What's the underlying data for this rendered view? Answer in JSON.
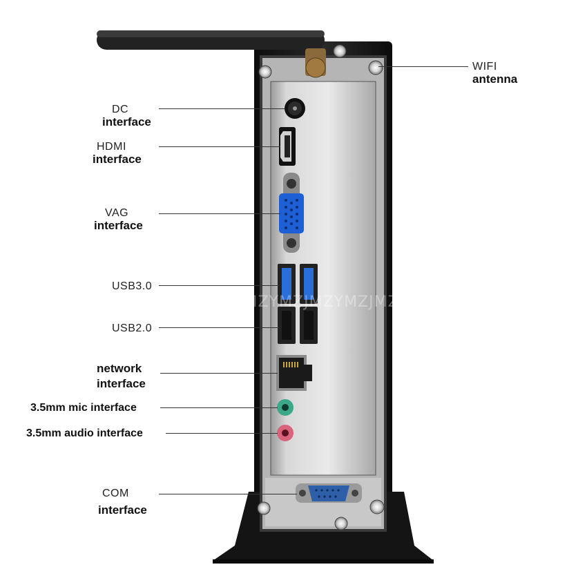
{
  "labels": {
    "wifi": {
      "line1": "WIFI",
      "line2": "antenna"
    },
    "dc": {
      "line1": "DC",
      "line2": "interface"
    },
    "hdmi": {
      "line1": "HDMI",
      "line2": "interface"
    },
    "vag": {
      "line1": "VAG",
      "line2": "interface"
    },
    "usb3": {
      "line1": "USB3.0"
    },
    "usb2": {
      "line1": "USB2.0"
    },
    "network": {
      "line1": "network",
      "line2": "interface"
    },
    "mic": {
      "line1": "3.5mm mic interface"
    },
    "audio": {
      "line1": "3.5mm audio interface"
    },
    "com": {
      "line1": "COM",
      "line2": "interface"
    }
  },
  "watermark": "ZJMZYMZJMZYMZJMZYM",
  "colors": {
    "chassis": "#1c1c1c",
    "panel": "#c9c9c9",
    "usb3_blue": "#2a6ed8",
    "vga_blue": "#1f5fd6",
    "mic_green": "#3aa889",
    "audio_pink": "#d9637a",
    "com_blue": "#2f5fa8"
  },
  "icons": [
    "wifi-antenna-icon",
    "dc-jack-icon",
    "hdmi-port-icon",
    "vga-port-icon",
    "usb3-port-icon",
    "usb2-port-icon",
    "ethernet-port-icon",
    "mic-jack-icon",
    "audio-jack-icon",
    "com-port-icon"
  ]
}
